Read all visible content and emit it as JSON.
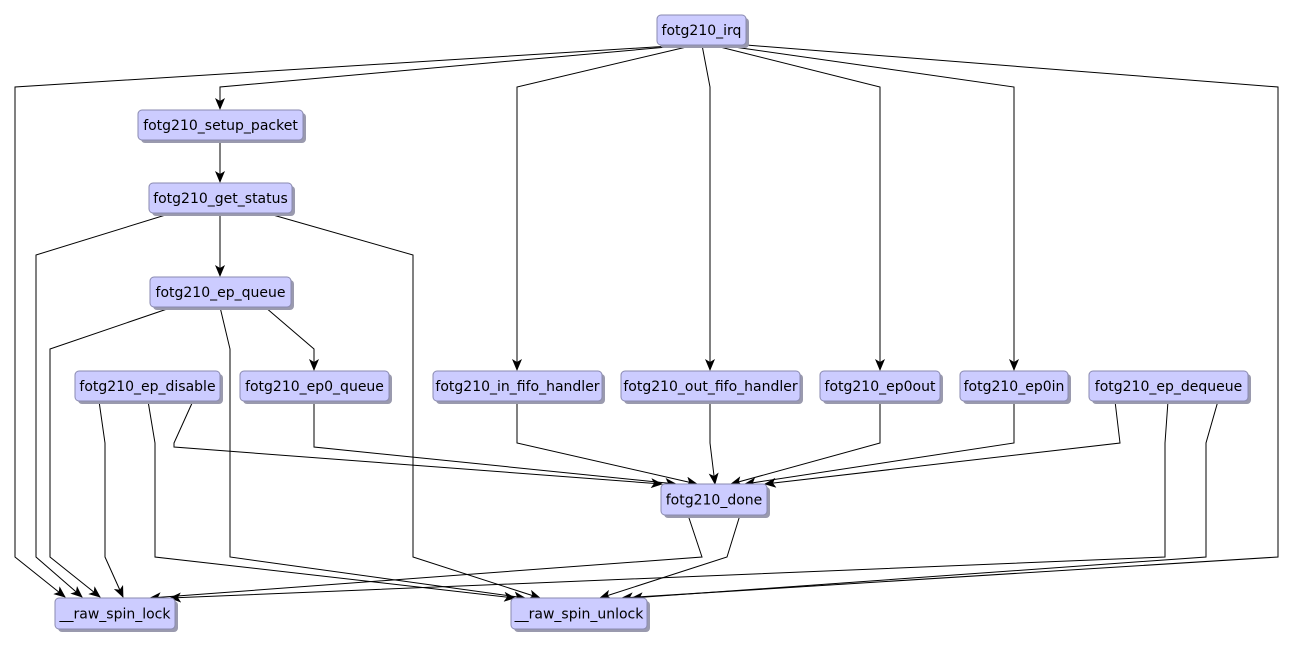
{
  "colors": {
    "node_fill": "#ccccff",
    "node_border": "#8a8ab0",
    "edge": "#000000"
  },
  "nodes": [
    {
      "id": "irq",
      "label": "fotg210_irq"
    },
    {
      "id": "setup_packet",
      "label": "fotg210_setup_packet"
    },
    {
      "id": "get_status",
      "label": "fotg210_get_status"
    },
    {
      "id": "ep_queue",
      "label": "fotg210_ep_queue"
    },
    {
      "id": "ep_disable",
      "label": "fotg210_ep_disable"
    },
    {
      "id": "ep0_queue",
      "label": "fotg210_ep0_queue"
    },
    {
      "id": "in_fifo",
      "label": "fotg210_in_fifo_handler"
    },
    {
      "id": "out_fifo",
      "label": "fotg210_out_fifo_handler"
    },
    {
      "id": "ep0out",
      "label": "fotg210_ep0out"
    },
    {
      "id": "ep0in",
      "label": "fotg210_ep0in"
    },
    {
      "id": "ep_dequeue",
      "label": "fotg210_ep_dequeue"
    },
    {
      "id": "done",
      "label": "fotg210_done"
    },
    {
      "id": "spin_lock",
      "label": "__raw_spin_lock"
    },
    {
      "id": "spin_unlock",
      "label": "__raw_spin_unlock"
    }
  ],
  "edges": [
    {
      "from": "irq",
      "to": "spin_lock"
    },
    {
      "from": "irq",
      "to": "setup_packet"
    },
    {
      "from": "irq",
      "to": "in_fifo"
    },
    {
      "from": "irq",
      "to": "out_fifo"
    },
    {
      "from": "irq",
      "to": "ep0out"
    },
    {
      "from": "irq",
      "to": "ep0in"
    },
    {
      "from": "irq",
      "to": "spin_unlock"
    },
    {
      "from": "setup_packet",
      "to": "get_status"
    },
    {
      "from": "get_status",
      "to": "spin_lock"
    },
    {
      "from": "get_status",
      "to": "ep_queue"
    },
    {
      "from": "get_status",
      "to": "spin_unlock"
    },
    {
      "from": "ep_queue",
      "to": "spin_lock"
    },
    {
      "from": "ep_queue",
      "to": "spin_unlock"
    },
    {
      "from": "ep_queue",
      "to": "ep0_queue"
    },
    {
      "from": "ep_disable",
      "to": "spin_lock"
    },
    {
      "from": "ep_disable",
      "to": "spin_unlock"
    },
    {
      "from": "ep_disable",
      "to": "done"
    },
    {
      "from": "ep0_queue",
      "to": "done"
    },
    {
      "from": "in_fifo",
      "to": "done"
    },
    {
      "from": "out_fifo",
      "to": "done"
    },
    {
      "from": "ep0out",
      "to": "done"
    },
    {
      "from": "ep0in",
      "to": "done"
    },
    {
      "from": "ep_dequeue",
      "to": "done"
    },
    {
      "from": "ep_dequeue",
      "to": "spin_lock"
    },
    {
      "from": "ep_dequeue",
      "to": "spin_unlock"
    },
    {
      "from": "done",
      "to": "spin_lock"
    },
    {
      "from": "done",
      "to": "spin_unlock"
    }
  ]
}
